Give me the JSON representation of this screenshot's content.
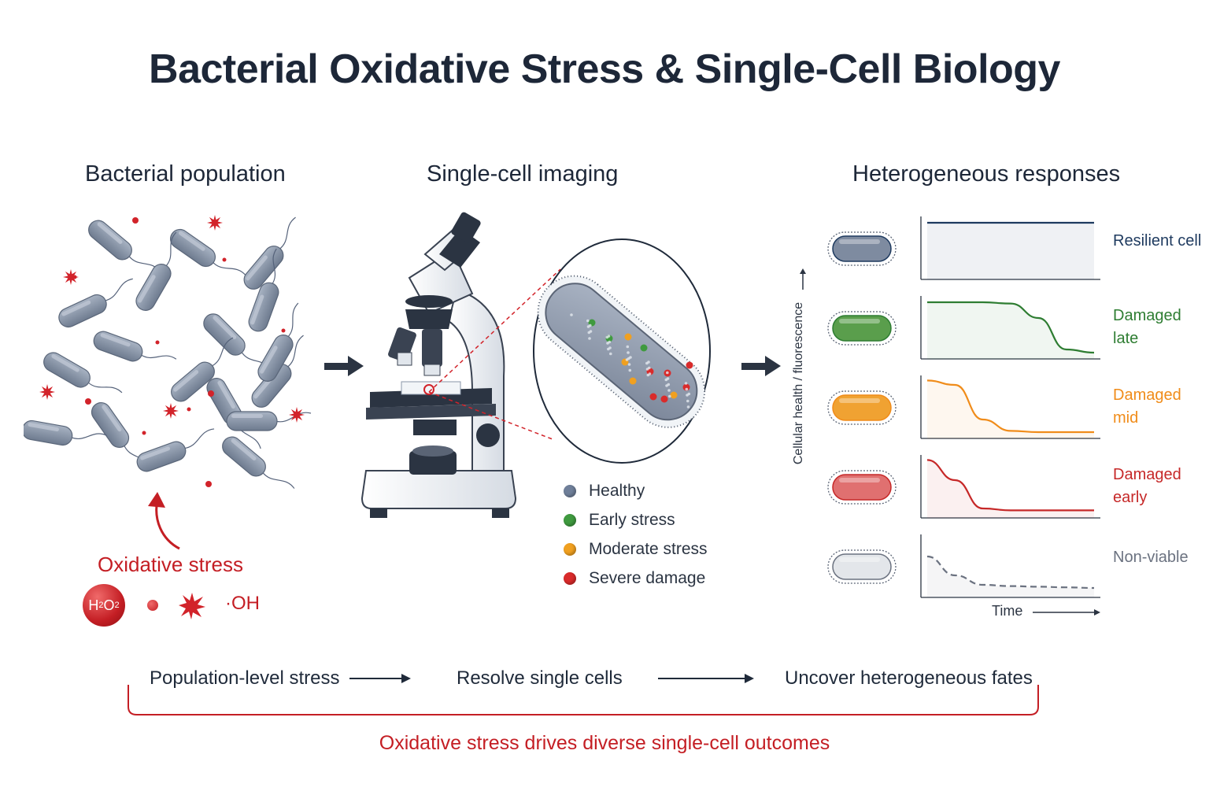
{
  "title": "Bacterial Oxidative Stress & Single-Cell Biology",
  "sections": {
    "population": "Bacterial population",
    "imaging": "Single-cell imaging",
    "responses": "Heterogeneous responses"
  },
  "stress": {
    "label": "Oxidative stress",
    "h2o2_main": "H",
    "h2o2_sub1": "2",
    "h2o2_mid": "O",
    "h2o2_sub2": "2",
    "hydroxyl": "·OH"
  },
  "legend": [
    {
      "label": "Healthy",
      "color": "#6f7f99"
    },
    {
      "label": "Early stress",
      "color": "#3f9a3f"
    },
    {
      "label": "Moderate stress",
      "color": "#f0a020"
    },
    {
      "label": "Severe damage",
      "color": "#d92b2b"
    }
  ],
  "chart_data": {
    "type": "line",
    "xlabel": "Time",
    "ylabel": "Cellular health / fluorescence",
    "series": [
      {
        "name": "Resilient cell",
        "color": "#1e3a5f",
        "values": [
          0.9,
          0.9,
          0.9,
          0.9,
          0.9,
          0.9,
          0.9
        ]
      },
      {
        "name": "Damaged late",
        "color": "#2e7d32",
        "values": [
          0.9,
          0.9,
          0.9,
          0.88,
          0.65,
          0.15,
          0.1
        ]
      },
      {
        "name": "Damaged mid",
        "color": "#f08c1a",
        "values": [
          0.92,
          0.85,
          0.3,
          0.12,
          0.1,
          0.1,
          0.1
        ]
      },
      {
        "name": "Damaged early",
        "color": "#c62828",
        "values": [
          0.92,
          0.6,
          0.15,
          0.12,
          0.12,
          0.12,
          0.12
        ]
      },
      {
        "name": "Non-viable",
        "color": "#6b7280",
        "values": [
          0.65,
          0.35,
          0.2,
          0.18,
          0.17,
          0.16,
          0.15
        ]
      }
    ]
  },
  "responses": [
    {
      "line1": "Resilient cell",
      "line2": "",
      "color": "#1e3a5f"
    },
    {
      "line1": "Damaged",
      "line2": "late",
      "color": "#2e7d32"
    },
    {
      "line1": "Damaged",
      "line2": "mid",
      "color": "#f08c1a"
    },
    {
      "line1": "Damaged",
      "line2": "early",
      "color": "#c62828"
    },
    {
      "line1": "Non-viable",
      "line2": "",
      "color": "#6b7280"
    }
  ],
  "flow": {
    "step1": "Population-level stress",
    "step2": "Resolve single cells",
    "step3": "Uncover heterogeneous fates"
  },
  "takeaway": "Oxidative stress drives diverse single-cell outcomes",
  "colors": {
    "accent_red": "#c41e24",
    "bacteria_fill": "#8a96a8",
    "dark_text": "#1d2738"
  }
}
